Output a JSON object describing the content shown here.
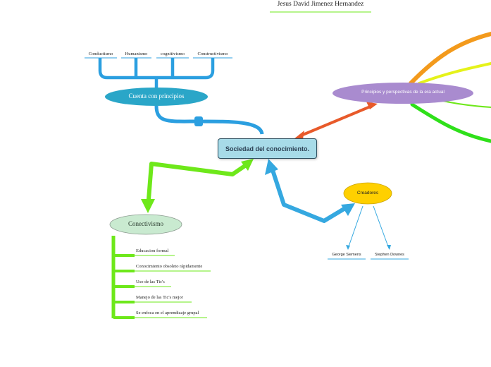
{
  "author": "Jesus David Jimenez Hernandez",
  "central": {
    "label": "Sociedad del conocimiento."
  },
  "principios": {
    "label": "Cuenta con principios",
    "children": [
      "Conductismo",
      "Humanismo",
      "cognitivismo",
      "Constructivismo"
    ]
  },
  "perspectivas": {
    "label": "Principios y perspectivas de la era actual"
  },
  "conectivismo": {
    "label": "Conectivismo",
    "children": [
      "Educacion formal",
      "Conocimiento obsoleto rápidamente",
      "Uso de las Tic's",
      "Manejo de las Tic's mejor",
      "Se enfoca en el aprendizaje grupal"
    ]
  },
  "creadores": {
    "label": "Creadores",
    "children": [
      "George Siemens",
      "Stephen Downes"
    ]
  },
  "colors": {
    "blue": "#2b9fe0",
    "green": "#6ee81a",
    "orange_red": "#e85a2a",
    "purple": "#a98bcf",
    "teal_node": "#2aa6c8",
    "yellow_node": "#ffd000",
    "conectivismo_node": "#c9ead0",
    "central_fill": "#a7dbe8"
  }
}
